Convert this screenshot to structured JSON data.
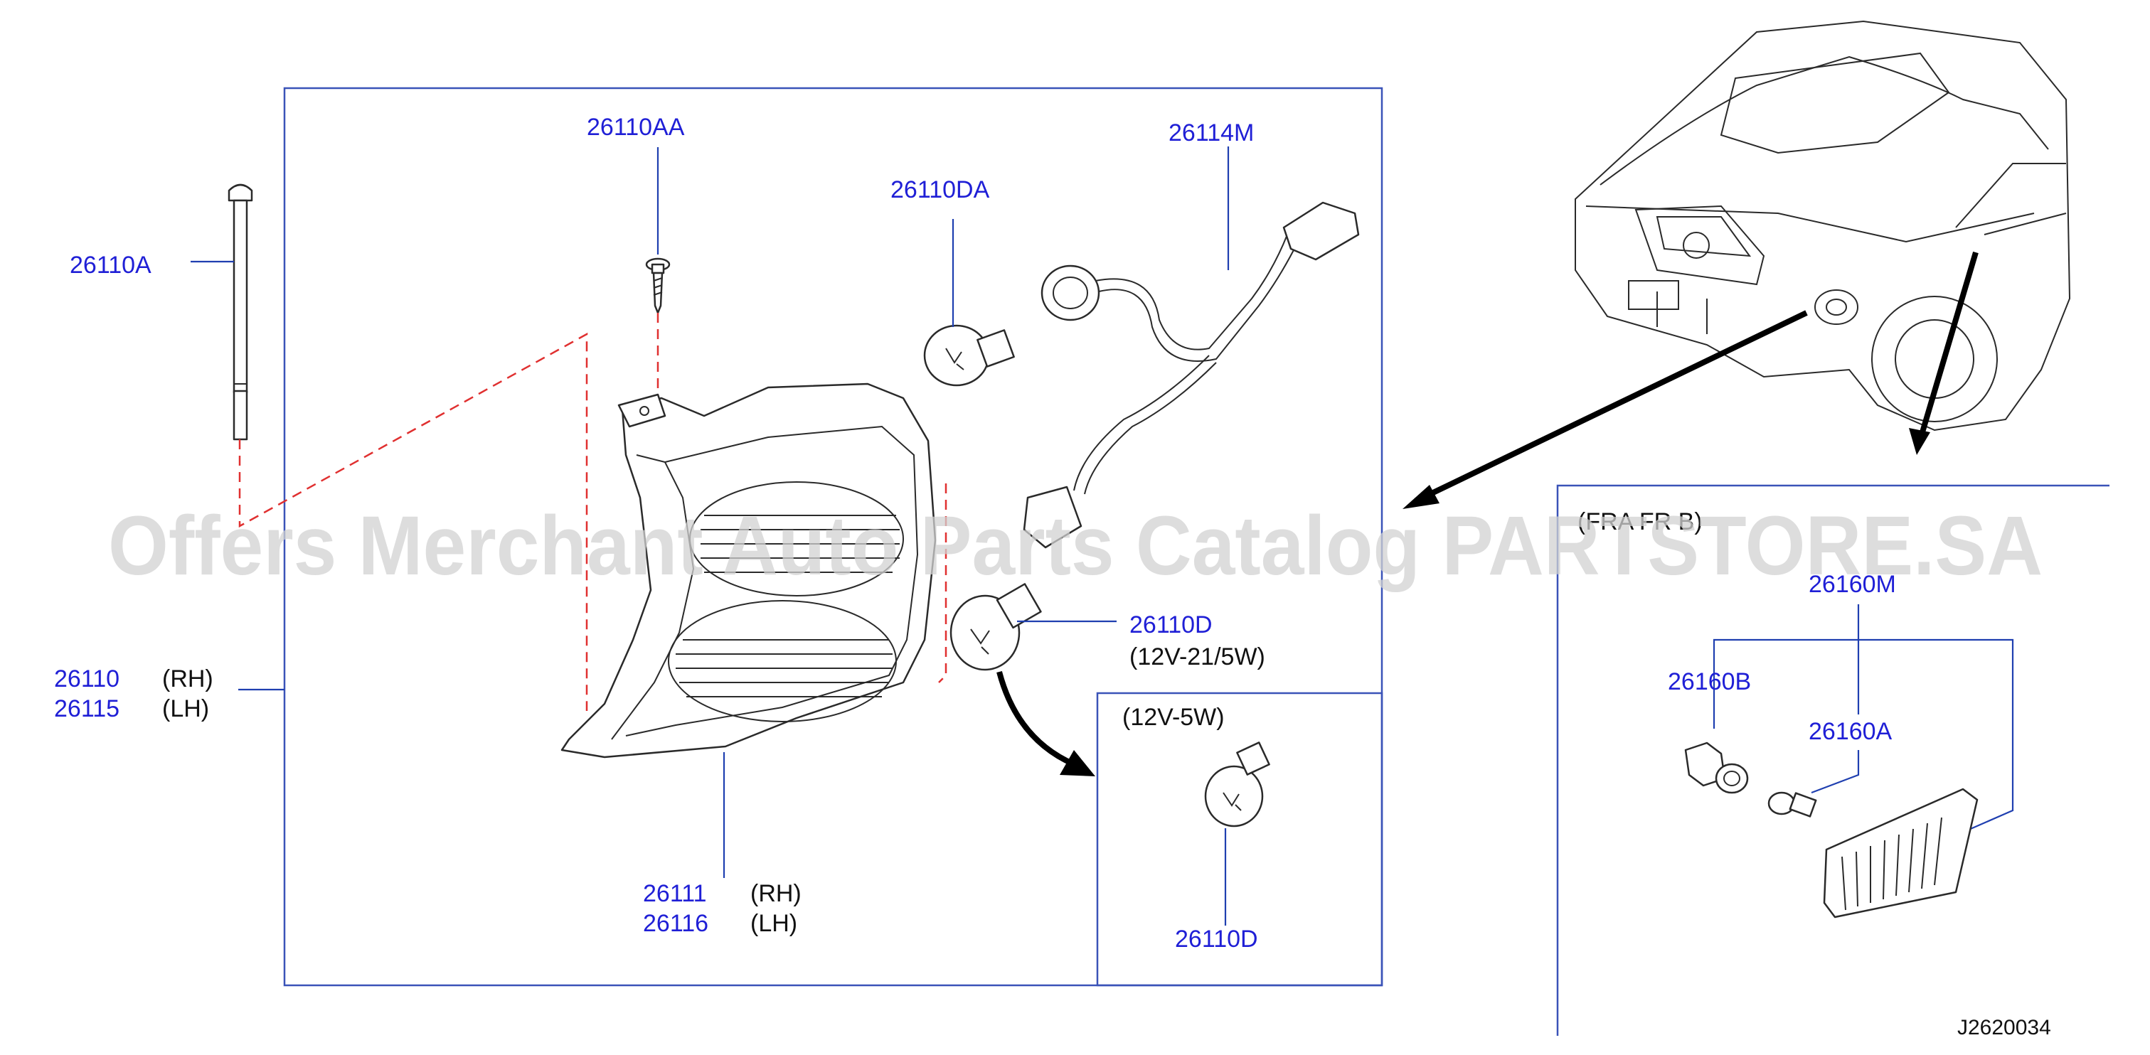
{
  "watermark": "Offers Merchant Auto Parts Catalog PARTSTORE.SA",
  "drawing_code": "J2620034",
  "labels": {
    "bolt": "26110A",
    "screw": "26110AA",
    "bulb_upper": "26110DA",
    "harness": "26114M",
    "lamp_assy_rh": "26110",
    "lamp_assy_rh_side": "(RH)",
    "lamp_assy_lh": "26115",
    "lamp_assy_lh_side": "(LH)",
    "lens_rh": "26111",
    "lens_rh_side": "(RH)",
    "lens_lh": "26116",
    "lens_lh_side": "(LH)",
    "bulb_main": "26110D",
    "bulb_main_spec": "(12V-21/5W)",
    "bulb_small_spec": "(12V-5W)",
    "bulb_small": "26110D",
    "side_note": "(FRA FR B)",
    "side_lamp": "26160M",
    "side_socket": "26160B",
    "side_bulb": "26160A"
  }
}
